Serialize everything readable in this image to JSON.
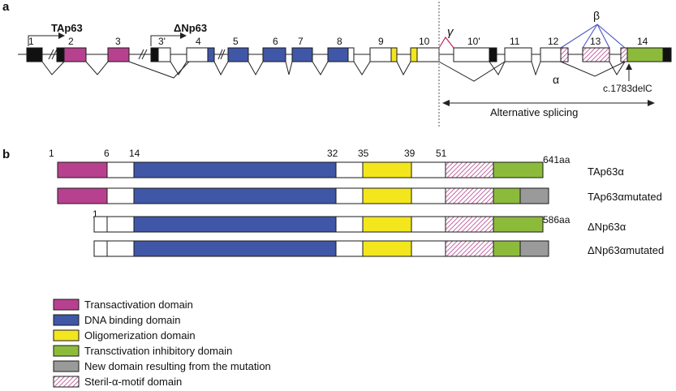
{
  "panel_a": {
    "label": "a",
    "promoter_ta": "TAp63",
    "promoter_dn": "ΔNp63",
    "exon_labels": [
      "1",
      "2",
      "3",
      "3'",
      "4",
      "5",
      "6",
      "7",
      "8",
      "9",
      "10",
      "10'",
      "11",
      "12",
      "13",
      "14"
    ],
    "gamma": "γ",
    "beta": "β",
    "alpha": "α",
    "mutation": "c.1783delC",
    "alt_splicing": "Alternative splicing"
  },
  "panel_b": {
    "label": "b",
    "positions": [
      "1",
      "6",
      "14",
      "32",
      "35",
      "39",
      "51"
    ],
    "dn_start": "1",
    "length_ta": "641aa",
    "length_dn": "586aa",
    "isoforms": [
      {
        "name": "TAp63α"
      },
      {
        "name": "TAp63αmutated"
      },
      {
        "name": "ΔNp63α"
      },
      {
        "name": "ΔNp63αmutated"
      }
    ]
  },
  "legend": [
    {
      "label": "Transactivation domain",
      "color": "#b8418f",
      "pattern": false
    },
    {
      "label": "DNA binding domain",
      "color": "#3f57a6",
      "pattern": false
    },
    {
      "label": "Oligomerization domain",
      "color": "#f3e61d",
      "pattern": false
    },
    {
      "label": "Transctivation inhibitory domain",
      "color": "#8cbb3c",
      "pattern": false
    },
    {
      "label": "New domain resulting from the mutation",
      "color": "#9a9a9a",
      "pattern": false
    },
    {
      "label": "Steril-α-motif domain",
      "color": "#b8418f",
      "pattern": true
    }
  ],
  "colors": {
    "ta": "#b8418f",
    "dbd": "#3f57a6",
    "oligo": "#f3e61d",
    "tid": "#8cbb3c",
    "new": "#9a9a9a",
    "sam": "#b8418f",
    "gamma": "#c0174a",
    "beta": "#4a55c2",
    "utr": "#111111",
    "white": "#ffffff"
  }
}
